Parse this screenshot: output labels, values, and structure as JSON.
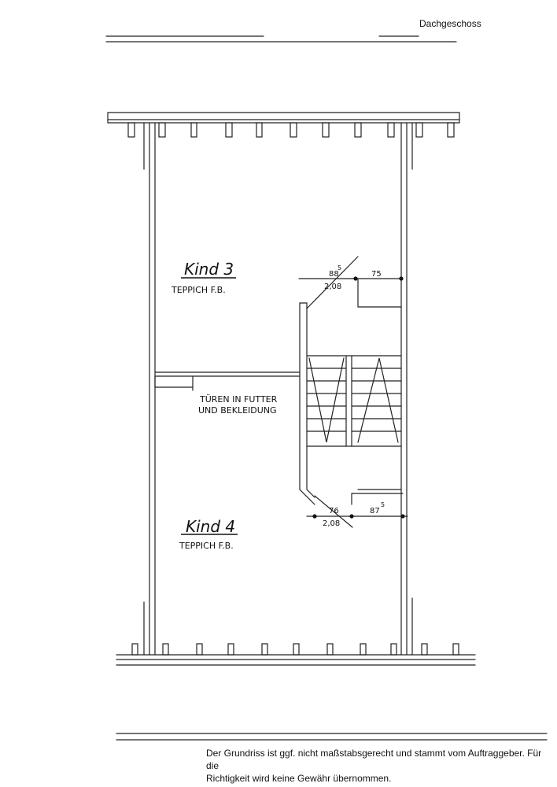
{
  "header": {
    "title": "Dachgeschoss"
  },
  "rooms": {
    "kind3": {
      "name": "Kind 3",
      "floor": "TEPPICH F.B."
    },
    "kind4": {
      "name": "Kind 4",
      "floor": "TEPPICH F.B."
    }
  },
  "note": {
    "line1": "TÜREN IN FUTTER",
    "line2": "UND BEKLEIDUNG"
  },
  "dimensions": {
    "upper": {
      "a": "88",
      "a_sup": "5",
      "b": "2,08",
      "c": "75"
    },
    "lower": {
      "a": "76",
      "b": "2,08",
      "c": "87",
      "c_sup": "5"
    }
  },
  "disclaimer": {
    "line1": "Der Grundriss ist ggf. nicht maßstabsgerecht und stammt vom Auftraggeber. Für die",
    "line2": "Richtigkeit wird keine Gewähr übernommen."
  }
}
